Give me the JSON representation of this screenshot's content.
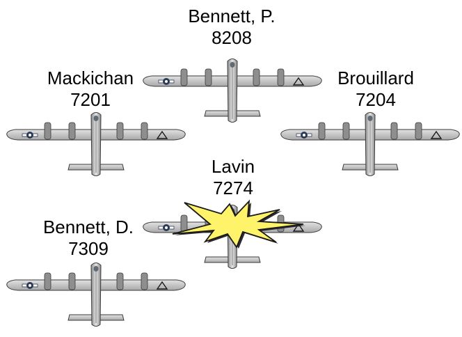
{
  "colors": {
    "fuselage": "#c4c4c4",
    "outline": "#3a3a3a",
    "nacelle": "#8e8e8e",
    "roundel": "#2b3b55",
    "explosion_fill": "#fff36a",
    "explosion_edge": "#1a1a1a",
    "explosion_shadow": "#2a2a30"
  },
  "aircraft": [
    {
      "id": "bennett-p",
      "name": "Bennett, P.",
      "number": "8208",
      "status": "intact"
    },
    {
      "id": "mackichan",
      "name": "Mackichan",
      "number": "7201",
      "status": "intact"
    },
    {
      "id": "brouillard",
      "name": "Brouillard",
      "number": "7204",
      "status": "intact"
    },
    {
      "id": "lavin",
      "name": "Lavin",
      "number": "7274",
      "status": "hit"
    },
    {
      "id": "bennett-d",
      "name": "Bennett, D.",
      "number": "7309",
      "status": "intact"
    }
  ]
}
